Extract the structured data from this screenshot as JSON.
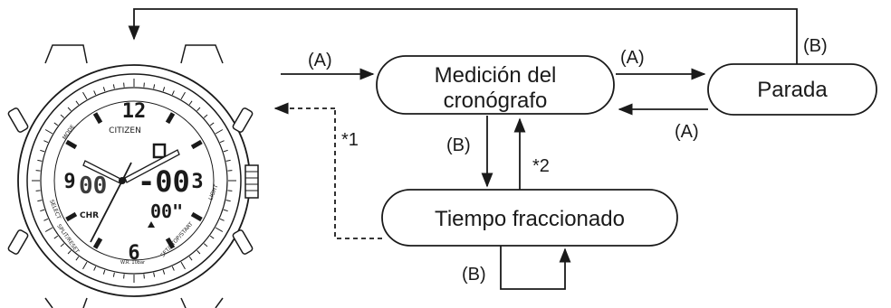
{
  "nodes": {
    "medicion_line1": "Medición del",
    "medicion_line2": "cronógrafo",
    "parada": "Parada",
    "tiempo": "Tiempo fraccionado"
  },
  "labels": {
    "a_in": "(A)",
    "a_to_parada": "(A)",
    "a_from_parada": "(A)",
    "b_top": "(B)",
    "b_down": "(B)",
    "b_loop": "(B)",
    "note1": "*1",
    "note2": "*2"
  },
  "watch": {
    "brand": "CITIZEN",
    "n12": "12",
    "n3": "3",
    "n6": "6",
    "n9": "9",
    "mode": "MODE",
    "select": "SELECT",
    "split_preset": "SPLIT/RESET",
    "light": "LIGHT",
    "set_stop": "SET/STOP/START",
    "chr": "CHR",
    "wr": "W.R. 10bar",
    "seg_left": "00",
    "seg_main": "-00",
    "seg_sec": "00\""
  }
}
